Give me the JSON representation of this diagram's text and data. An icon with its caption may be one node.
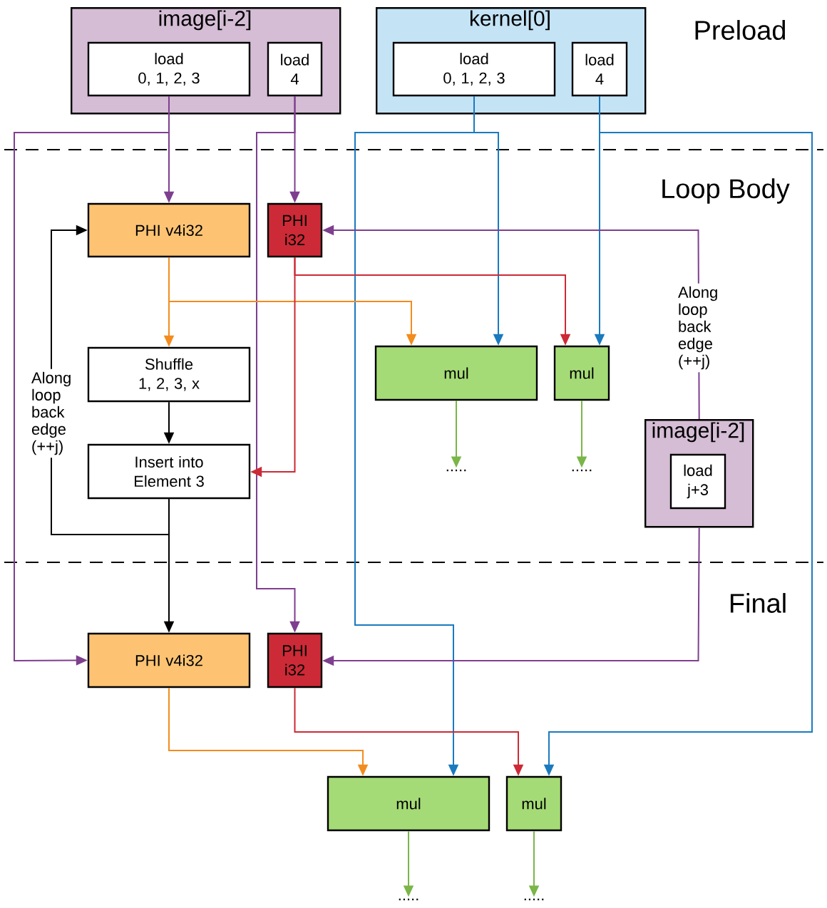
{
  "diagram": {
    "nodes": [
      {
        "text": [
          "image[i-2]"
        ]
      },
      {
        "text": [
          "load 0, 1, 2, 3"
        ],
        "in": 0
      },
      {
        "text": [
          "load 4"
        ],
        "in": 0
      },
      {
        "text": [
          "kernel[0]"
        ]
      },
      {
        "text": [
          "load 0, 1, 2, 3"
        ],
        "in": 3
      },
      {
        "text": [
          "load 4"
        ],
        "in": 3
      },
      {
        "text": [
          "PHI v4i32"
        ]
      },
      {
        "text": [
          "PHI i32"
        ]
      },
      {
        "text": [
          "Shuffle 1, 2, 3, x"
        ]
      },
      {
        "text": [
          "Insert into Element 3"
        ]
      },
      {
        "text": [
          "mul"
        ]
      },
      {
        "text": [
          "mul"
        ]
      },
      {
        "text": [
          "....."
        ]
      },
      {
        "text": [
          "....."
        ]
      },
      {
        "text": [
          "image[i-2]"
        ]
      },
      {
        "text": [
          "load j+3"
        ],
        "in": 14
      },
      {
        "text": [
          "PHI v4i32"
        ]
      },
      {
        "text": [
          "PHI i32"
        ]
      },
      {
        "text": [
          "mul"
        ]
      },
      {
        "text": [
          "mul"
        ]
      },
      {
        "text": [
          "....."
        ]
      },
      {
        "text": [
          "....."
        ]
      }
    ],
    "edges": [
      {
        "from": 1,
        "to": 6,
        "arrow": "to",
        "color": "#7e3f8f"
      },
      {
        "from": 1,
        "to": 16,
        "arrow": "to",
        "color": "#7e3f8f"
      },
      {
        "from": 2,
        "to": 7,
        "arrow": "to",
        "color": "#7e3f8f"
      },
      {
        "from": 2,
        "to": 17,
        "arrow": "to",
        "color": "#7e3f8f"
      },
      {
        "from": 4,
        "to": 10,
        "arrow": "to",
        "color": "#1a7abf"
      },
      {
        "from": 4,
        "to": 18,
        "arrow": "to",
        "color": "#1a7abf"
      },
      {
        "from": 5,
        "to": 11,
        "arrow": "to",
        "color": "#1a7abf"
      },
      {
        "from": 5,
        "to": 19,
        "arrow": "to",
        "color": "#1a7abf"
      },
      {
        "from": 6,
        "to": 8,
        "arrow": "to",
        "color": "#f28c1e"
      },
      {
        "from": 6,
        "to": 10,
        "arrow": "to",
        "color": "#f28c1e"
      },
      {
        "from": 7,
        "to": 9,
        "arrow": "to",
        "color": "#cc2a36"
      },
      {
        "from": 7,
        "to": 11,
        "arrow": "to",
        "color": "#cc2a36"
      },
      {
        "from": 8,
        "to": 9,
        "arrow": "to",
        "color": "#000000"
      },
      {
        "from": 9,
        "to": 6,
        "arrow": "to",
        "color": "#000000",
        "label": "Along loop back edge (++j)"
      },
      {
        "from": 9,
        "to": 16,
        "arrow": "to",
        "color": "#000000"
      },
      {
        "from": 10,
        "to": 12,
        "arrow": "to",
        "color": "#7ab648"
      },
      {
        "from": 11,
        "to": 13,
        "arrow": "to",
        "color": "#7ab648"
      },
      {
        "from": 14,
        "to": 7,
        "arrow": "to",
        "color": "#7e3f8f",
        "label": "Along loop back edge (++j)"
      },
      {
        "from": 14,
        "to": 17,
        "arrow": "to",
        "color": "#7e3f8f"
      },
      {
        "from": 16,
        "to": 18,
        "arrow": "to",
        "color": "#f28c1e"
      },
      {
        "from": 17,
        "to": 19,
        "arrow": "to",
        "color": "#cc2a36"
      },
      {
        "from": 18,
        "to": 20,
        "arrow": "to",
        "color": "#7ab648"
      },
      {
        "from": 19,
        "to": 21,
        "arrow": "to",
        "color": "#7ab648"
      }
    ],
    "labels": [
      "Preload",
      "Loop Body",
      "Final"
    ]
  }
}
